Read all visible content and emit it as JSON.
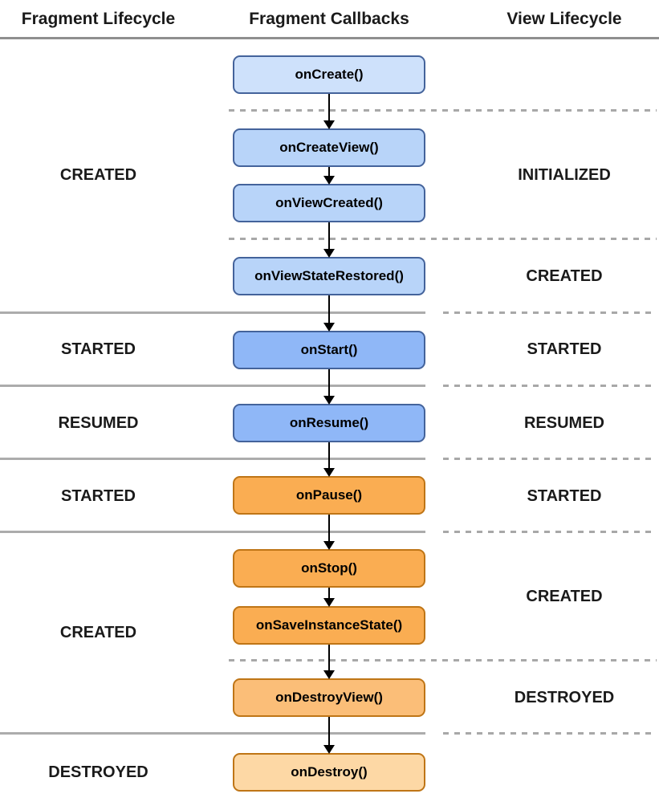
{
  "title": "Fragment lifecycle diagram",
  "header": {
    "fragment_lifecycle": "Fragment Lifecycle",
    "fragment_callbacks": "Fragment Callbacks",
    "view_lifecycle": "View Lifecycle"
  },
  "callbacks": [
    {
      "label": "onCreate()",
      "tone": "blue-lightest"
    },
    {
      "label": "onCreateView()",
      "tone": "blue-light"
    },
    {
      "label": "onViewCreated()",
      "tone": "blue-light"
    },
    {
      "label": "onViewStateRestored()",
      "tone": "blue-light"
    },
    {
      "label": "onStart()",
      "tone": "blue"
    },
    {
      "label": "onResume()",
      "tone": "blue"
    },
    {
      "label": "onPause()",
      "tone": "orange"
    },
    {
      "label": "onStop()",
      "tone": "orange"
    },
    {
      "label": "onSaveInstanceState()",
      "tone": "orange"
    },
    {
      "label": "onDestroyView()",
      "tone": "orange-light"
    },
    {
      "label": "onDestroy()",
      "tone": "orange-lightest"
    }
  ],
  "fragment_states": [
    {
      "label": "CREATED"
    },
    {
      "label": "STARTED"
    },
    {
      "label": "RESUMED"
    },
    {
      "label": "STARTED"
    },
    {
      "label": "CREATED"
    },
    {
      "label": "DESTROYED"
    }
  ],
  "view_states": [
    {
      "label": "INITIALIZED"
    },
    {
      "label": "CREATED"
    },
    {
      "label": "STARTED"
    },
    {
      "label": "RESUMED"
    },
    {
      "label": "STARTED"
    },
    {
      "label": "CREATED"
    },
    {
      "label": "DESTROYED"
    }
  ],
  "colors": {
    "blue_lightest_fill": "#CEE1FB",
    "blue_light_fill": "#B8D4F9",
    "blue_fill": "#8FB7F7",
    "blue_border": "#44639B",
    "orange_fill": "#FAAD52",
    "orange_light_fill": "#FBBE78",
    "orange_lightest_fill": "#FDD8A5",
    "orange_border": "#BF7516",
    "line_solid": "#ACACAC",
    "line_dash": "#A8A8A8",
    "line_header": "#8F8F8F",
    "arrow_color": "#000000",
    "text_color": "#1A1A1A"
  }
}
